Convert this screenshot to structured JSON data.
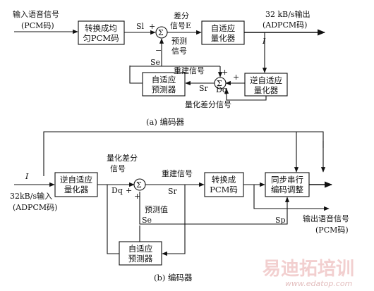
{
  "encoder": {
    "input_label_line1": "输入语音信号",
    "input_label_line2": "(PCM码)",
    "convert_box_line1": "转换成均",
    "convert_box_line2": "匀PCM码",
    "sl": "Sl",
    "diff_label_line1": "差分",
    "diff_label_line2": "信号E",
    "pred_label_line1": "预测",
    "pred_label_line2": "信号",
    "adq_box_line1": "自适应",
    "adq_box_line2": "量化器",
    "output_label_line1": "32 kB/s输出",
    "output_label_line2": "(ADPCM码)",
    "i_symbol": "I",
    "se": "Se",
    "recon_label": "重建信号",
    "sr": "Sr",
    "dq": "Dq",
    "pred_box_line1": "自适应",
    "pred_box_line2": "预测器",
    "inv_box_line1": "逆自适应",
    "inv_box_line2": "量化器",
    "qdiff_label": "量化差分信号",
    "caption": "(a)  编码器",
    "plus": "+",
    "minus": "−",
    "sigma": "Σ"
  },
  "decoder": {
    "i_symbol": "I",
    "input_label_line1": "32kB/s输入",
    "input_label_line2": "(ADPCM码)",
    "inv_box_line1": "逆自适应",
    "inv_box_line2": "量化器",
    "qdiff_label_line1": "量化差分",
    "qdiff_label_line2": "信号",
    "dq": "Dq",
    "recon_label": "重建信号",
    "sr": "Sr",
    "pcm_box_line1": "转换成",
    "pcm_box_line2": "PCM码",
    "sync_box_line1": "同步串行",
    "sync_box_line2": "编码调整",
    "pred_value_label": "预测值",
    "se": "Se",
    "sp": "Sp",
    "output_label_line1": "输出语音信号",
    "output_label_line2": "(PCM码)",
    "pred_box_line1": "自适应",
    "pred_box_line2": "预测器",
    "caption": "(b)  编码器",
    "plus": "+",
    "sigma": "Σ"
  },
  "watermark": {
    "brand_cn": "易迪拓培训",
    "url": "www.edatop.com"
  }
}
